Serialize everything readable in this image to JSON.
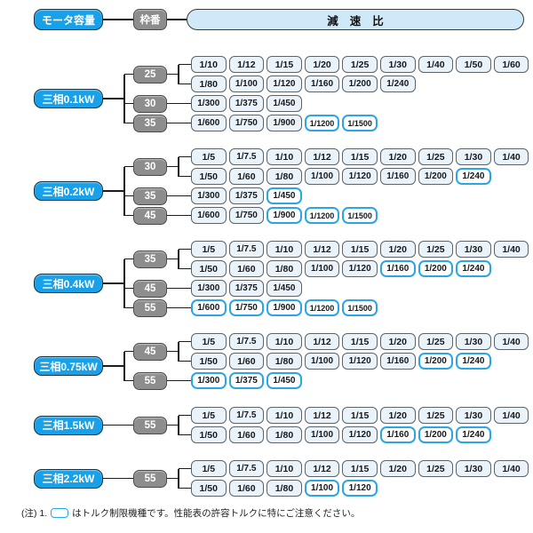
{
  "header": {
    "motor_capacity": "モータ容量",
    "frame_number": "枠番",
    "reduction_ratio": "減速比"
  },
  "colors": {
    "capacity_fill": "#18a0e8",
    "frame_fill": "#8d8d8d",
    "ratio_fill": "#eaf3fa",
    "limited_border": "#2ba6e4",
    "header_ratio_fill": "#cfe9f8"
  },
  "groups": [
    {
      "capacity": "三相0.1kW",
      "frames": [
        {
          "size": "25",
          "rows": [
            [
              {
                "v": "1/10"
              },
              {
                "v": "1/12"
              },
              {
                "v": "1/15"
              },
              {
                "v": "1/20"
              },
              {
                "v": "1/25"
              },
              {
                "v": "1/30"
              },
              {
                "v": "1/40"
              },
              {
                "v": "1/50"
              },
              {
                "v": "1/60"
              }
            ],
            [
              {
                "v": "1/80"
              },
              {
                "v": "1/100"
              },
              {
                "v": "1/120"
              },
              {
                "v": "1/160"
              },
              {
                "v": "1/200"
              },
              {
                "v": "1/240"
              }
            ]
          ]
        },
        {
          "size": "30",
          "rows": [
            [
              {
                "v": "1/300"
              },
              {
                "v": "1/375"
              },
              {
                "v": "1/450"
              }
            ]
          ]
        },
        {
          "size": "35",
          "rows": [
            [
              {
                "v": "1/600"
              },
              {
                "v": "1/750"
              },
              {
                "v": "1/900"
              },
              {
                "v": "1/1200",
                "limited": true
              },
              {
                "v": "1/1500",
                "limited": true
              }
            ]
          ]
        }
      ]
    },
    {
      "capacity": "三相0.2kW",
      "frames": [
        {
          "size": "30",
          "rows": [
            [
              {
                "v": "1/5"
              },
              {
                "v": "1/7.5"
              },
              {
                "v": "1/10"
              },
              {
                "v": "1/12"
              },
              {
                "v": "1/15"
              },
              {
                "v": "1/20"
              },
              {
                "v": "1/25"
              },
              {
                "v": "1/30"
              },
              {
                "v": "1/40"
              }
            ],
            [
              {
                "v": "1/50"
              },
              {
                "v": "1/60"
              },
              {
                "v": "1/80"
              },
              {
                "v": "1/100"
              },
              {
                "v": "1/120"
              },
              {
                "v": "1/160"
              },
              {
                "v": "1/200"
              },
              {
                "v": "1/240",
                "limited": true
              }
            ]
          ]
        },
        {
          "size": "35",
          "rows": [
            [
              {
                "v": "1/300"
              },
              {
                "v": "1/375"
              },
              {
                "v": "1/450",
                "limited": true
              }
            ]
          ]
        },
        {
          "size": "45",
          "rows": [
            [
              {
                "v": "1/600"
              },
              {
                "v": "1/750"
              },
              {
                "v": "1/900",
                "limited": true
              },
              {
                "v": "1/1200",
                "limited": true
              },
              {
                "v": "1/1500",
                "limited": true
              }
            ]
          ]
        }
      ]
    },
    {
      "capacity": "三相0.4kW",
      "frames": [
        {
          "size": "35",
          "rows": [
            [
              {
                "v": "1/5"
              },
              {
                "v": "1/7.5"
              },
              {
                "v": "1/10"
              },
              {
                "v": "1/12"
              },
              {
                "v": "1/15"
              },
              {
                "v": "1/20"
              },
              {
                "v": "1/25"
              },
              {
                "v": "1/30"
              },
              {
                "v": "1/40"
              }
            ],
            [
              {
                "v": "1/50"
              },
              {
                "v": "1/60"
              },
              {
                "v": "1/80"
              },
              {
                "v": "1/100"
              },
              {
                "v": "1/120"
              },
              {
                "v": "1/160",
                "limited": true
              },
              {
                "v": "1/200",
                "limited": true
              },
              {
                "v": "1/240",
                "limited": true
              }
            ]
          ]
        },
        {
          "size": "45",
          "rows": [
            [
              {
                "v": "1/300"
              },
              {
                "v": "1/375"
              },
              {
                "v": "1/450"
              }
            ]
          ]
        },
        {
          "size": "55",
          "rows": [
            [
              {
                "v": "1/600",
                "limited": true
              },
              {
                "v": "1/750",
                "limited": true
              },
              {
                "v": "1/900",
                "limited": true
              },
              {
                "v": "1/1200",
                "limited": true
              },
              {
                "v": "1/1500",
                "limited": true
              }
            ]
          ]
        }
      ]
    },
    {
      "capacity": "三相0.75kW",
      "frames": [
        {
          "size": "45",
          "rows": [
            [
              {
                "v": "1/5"
              },
              {
                "v": "1/7.5"
              },
              {
                "v": "1/10"
              },
              {
                "v": "1/12"
              },
              {
                "v": "1/15"
              },
              {
                "v": "1/20"
              },
              {
                "v": "1/25"
              },
              {
                "v": "1/30"
              },
              {
                "v": "1/40"
              }
            ],
            [
              {
                "v": "1/50"
              },
              {
                "v": "1/60"
              },
              {
                "v": "1/80"
              },
              {
                "v": "1/100"
              },
              {
                "v": "1/120"
              },
              {
                "v": "1/160"
              },
              {
                "v": "1/200",
                "limited": true
              },
              {
                "v": "1/240",
                "limited": true
              }
            ]
          ]
        },
        {
          "size": "55",
          "rows": [
            [
              {
                "v": "1/300",
                "limited": true
              },
              {
                "v": "1/375",
                "limited": true
              },
              {
                "v": "1/450",
                "limited": true
              }
            ]
          ]
        }
      ]
    },
    {
      "capacity": "三相1.5kW",
      "frames": [
        {
          "size": "55",
          "rows": [
            [
              {
                "v": "1/5"
              },
              {
                "v": "1/7.5"
              },
              {
                "v": "1/10"
              },
              {
                "v": "1/12"
              },
              {
                "v": "1/15"
              },
              {
                "v": "1/20"
              },
              {
                "v": "1/25"
              },
              {
                "v": "1/30"
              },
              {
                "v": "1/40"
              }
            ],
            [
              {
                "v": "1/50"
              },
              {
                "v": "1/60"
              },
              {
                "v": "1/80"
              },
              {
                "v": "1/100"
              },
              {
                "v": "1/120"
              },
              {
                "v": "1/160",
                "limited": true
              },
              {
                "v": "1/200",
                "limited": true
              },
              {
                "v": "1/240",
                "limited": true
              }
            ]
          ]
        }
      ]
    },
    {
      "capacity": "三相2.2kW",
      "frames": [
        {
          "size": "55",
          "rows": [
            [
              {
                "v": "1/5"
              },
              {
                "v": "1/7.5"
              },
              {
                "v": "1/10"
              },
              {
                "v": "1/12"
              },
              {
                "v": "1/15"
              },
              {
                "v": "1/20"
              },
              {
                "v": "1/25"
              },
              {
                "v": "1/30"
              },
              {
                "v": "1/40"
              }
            ],
            [
              {
                "v": "1/50"
              },
              {
                "v": "1/60"
              },
              {
                "v": "1/80"
              },
              {
                "v": "1/100",
                "limited": true
              },
              {
                "v": "1/120",
                "limited": true
              }
            ]
          ]
        }
      ]
    }
  ],
  "note": {
    "prefix": "(注) 1.",
    "text": "はトルク制限機種です。性能表の許容トルクに特にご注意ください。"
  }
}
